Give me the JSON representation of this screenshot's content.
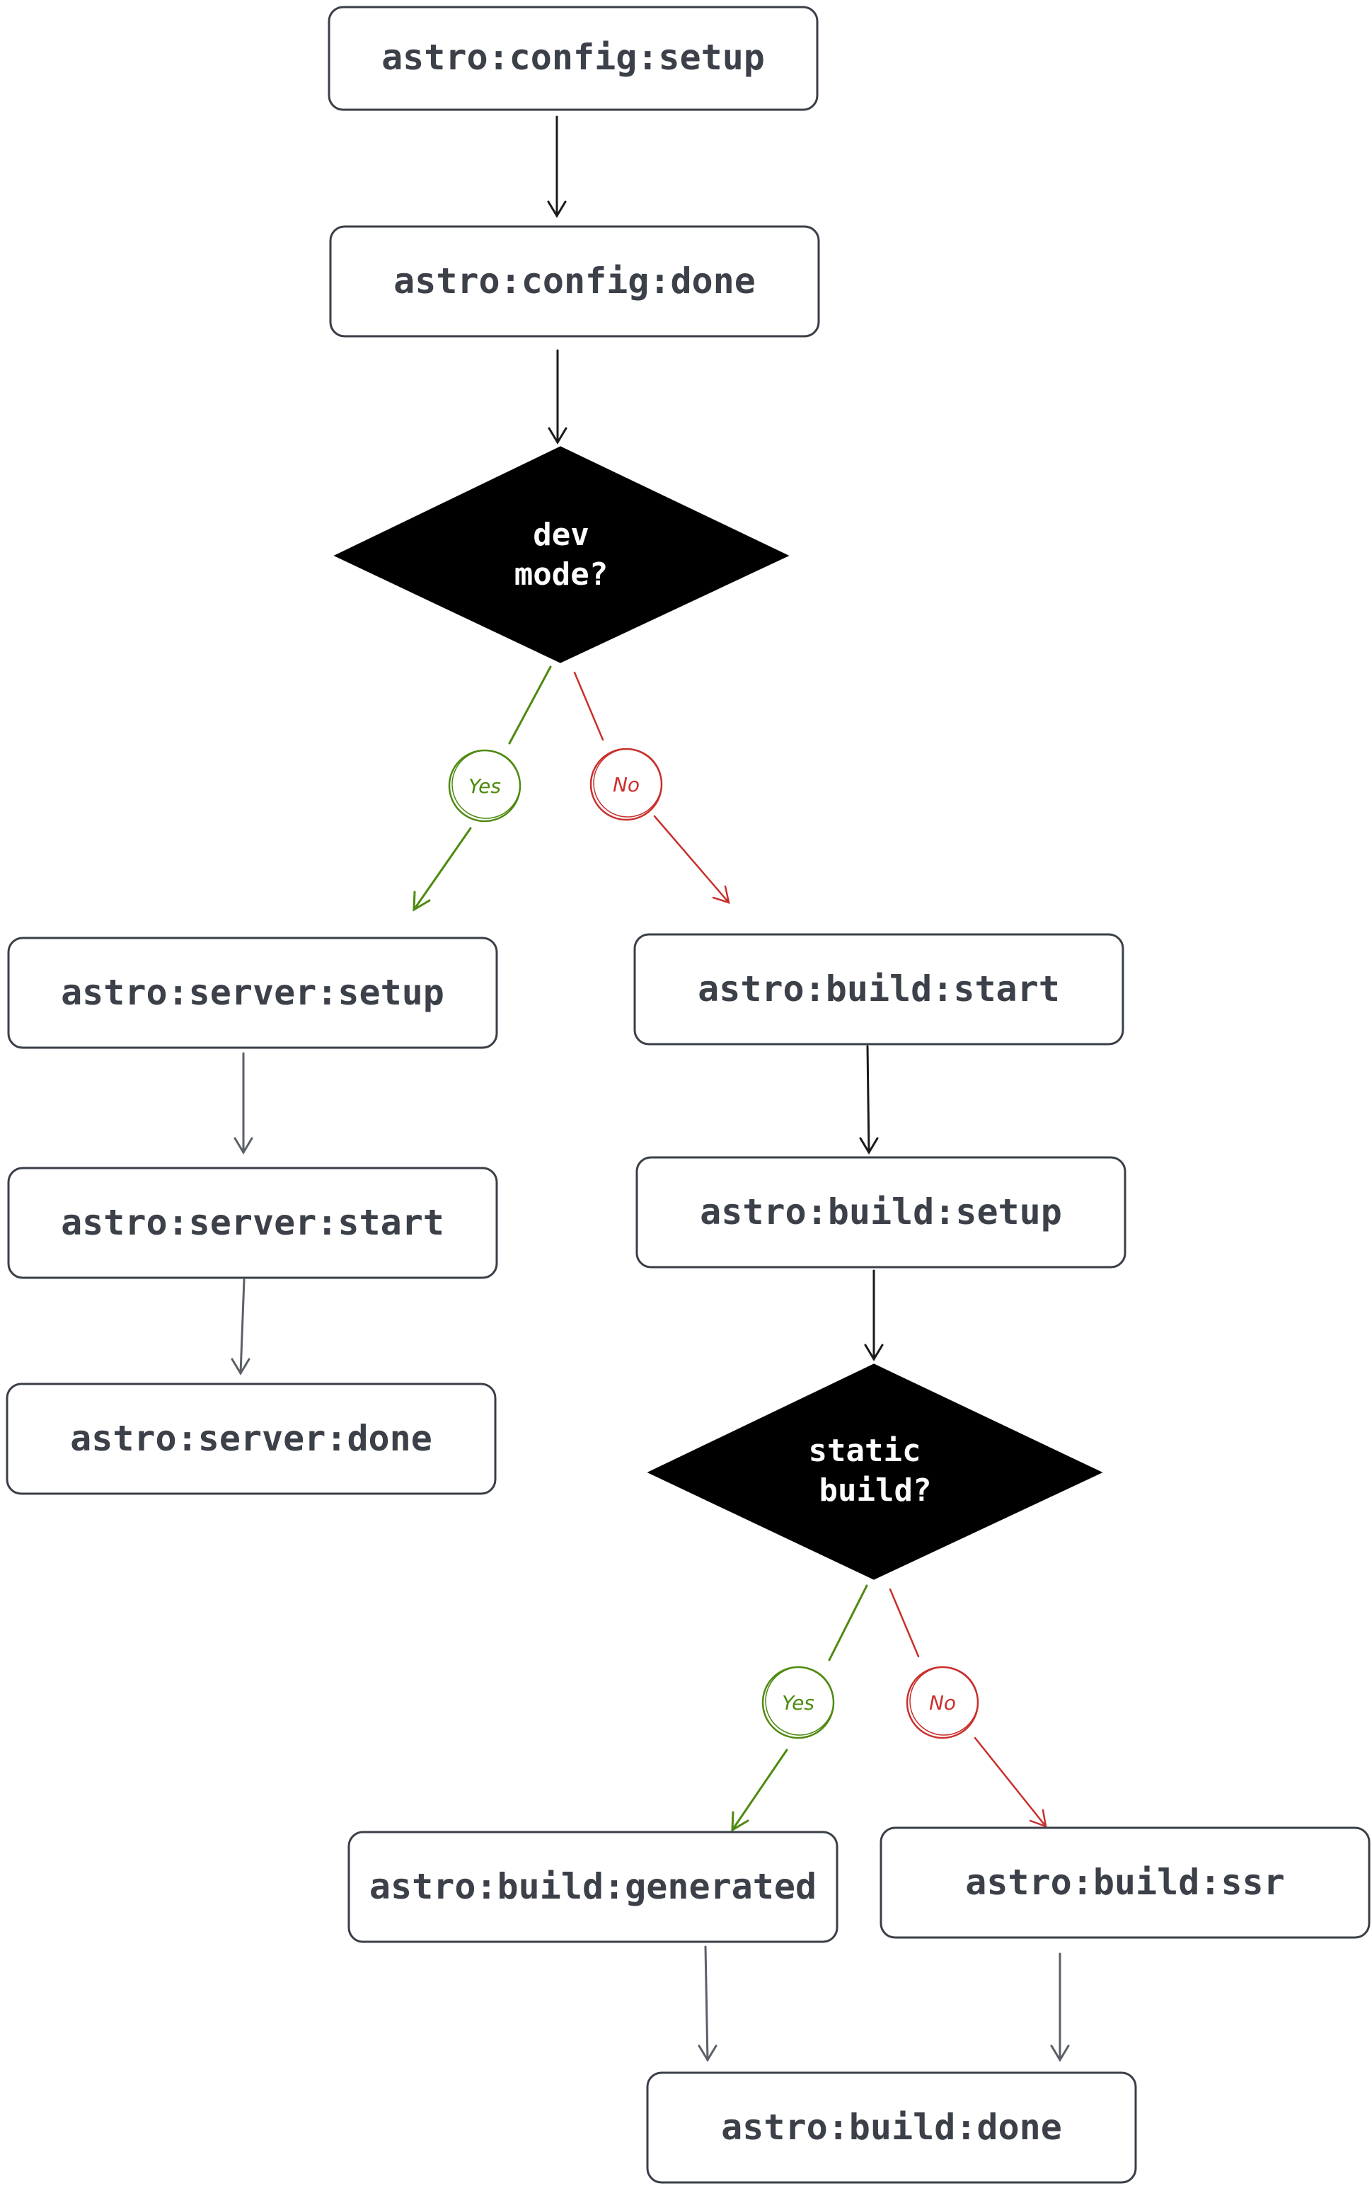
{
  "nodes": {
    "config_setup": "astro:config:setup",
    "config_done": "astro:config:done",
    "server_setup": "astro:server:setup",
    "server_start": "astro:server:start",
    "server_done": "astro:server:done",
    "build_start": "astro:build:start",
    "build_setup": "astro:build:setup",
    "build_generated": "astro:build:generated",
    "build_ssr": "astro:build:ssr",
    "build_done": "astro:build:done"
  },
  "decisions": {
    "dev_mode": {
      "line1": "dev",
      "line2": "mode?"
    },
    "static_build": {
      "line1": "static",
      "line2": "build?"
    }
  },
  "branches": {
    "dev_yes": "Yes",
    "dev_no": "No",
    "static_yes": "Yes",
    "static_no": "No"
  },
  "colors": {
    "yes": "#4f8a10",
    "no": "#c9302c",
    "node_border": "#3a3f47",
    "node_text": "#3b4049",
    "decision_fill": "#000000"
  },
  "icons": {
    "arrowhead": "chevron-arrow"
  }
}
